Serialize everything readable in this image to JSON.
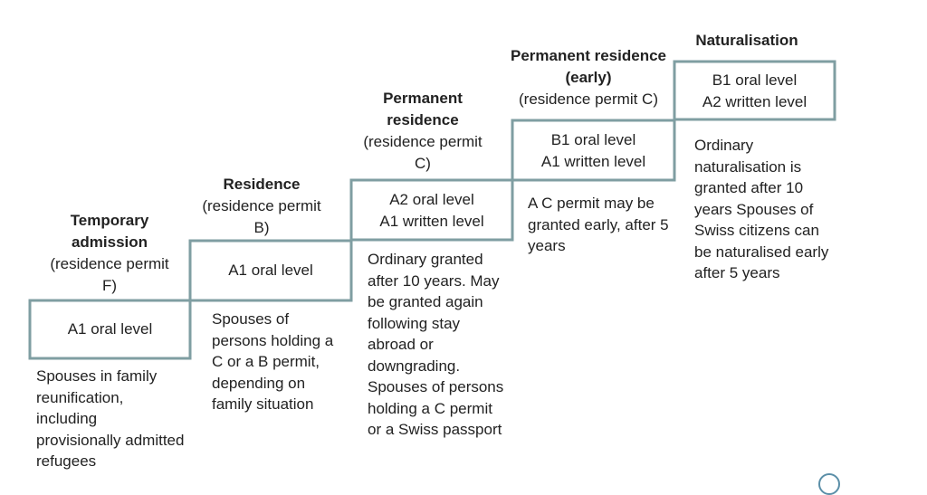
{
  "stages": [
    {
      "title": "Temporary admission",
      "permit": "(residence permit F)",
      "level": [
        "A1 oral level"
      ],
      "note": "Spouses in family reunification, including provisionally admitted refugees"
    },
    {
      "title": "Residence",
      "permit": "(residence permit B)",
      "level": [
        "A1 oral level"
      ],
      "note": "Spouses of persons holding a C or a B permit, depending on family situation"
    },
    {
      "title": "Permanent residence",
      "permit": "(residence permit C)",
      "level": [
        "A2 oral level",
        "A1 written level"
      ],
      "note": "Ordinary granted after 10 years. May be granted again following stay abroad or downgrading. Spouses of persons holding a C permit or a Swiss passport"
    },
    {
      "title": "Permanent residence (early)",
      "permit": "(residence permit C)",
      "level": [
        "B1 oral level",
        "A1 written level"
      ],
      "note": "A C permit may be granted early, after 5 years"
    },
    {
      "title": "Naturalisation",
      "permit": "",
      "level": [
        "B1 oral level",
        "A2 written level"
      ],
      "note": "Ordinary naturalisation is granted after 10 years Spouses of Swiss citizens can be naturalised early after 5 years"
    }
  ],
  "colors": {
    "step_outline": "#7f9ea2",
    "page_mark": "#5b8fa8"
  }
}
